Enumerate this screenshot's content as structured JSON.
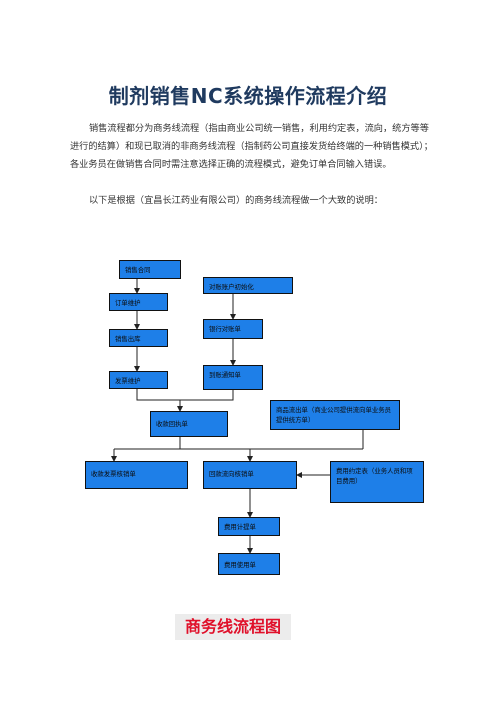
{
  "title": "制剂销售NC系统操作流程介绍",
  "paragraphs": [
    "销售流程都分为商务线流程（指由商业公司统一销售，利用约定表，流向，统方等等进行的结算）和现已取消的非商务线流程（指制药公司直接发货给终端的一种销售模式）；各业务员在做销售合同时需注意选择正确的流程模式，避免订单合同输入错误。",
    "以下是根据（宜昌长江药业有限公司）的商务线流程做一个大致的说明："
  ],
  "flowchart": {
    "nodes": {
      "sales_contract": "销售合同",
      "order_maintain": "订单维护",
      "sales_out": "销售出库",
      "invoice_maintain": "发票维护",
      "acct_init": "对账账户初始化",
      "bank_recon": "银行对账单",
      "arrival_notice": "到账通知单",
      "collect_return": "收款回执单",
      "adjust_order": "商品流出单（商业公司提供流向单业务员提供统方单）",
      "invoice_writeoff": "收款发票核销单",
      "flow_writeoff": "回款流向核销单",
      "fee_agreement": "费用约定表（业务人员和项目费用）",
      "fee_withdraw": "费用计提单",
      "fee_usage": "费用使用单"
    },
    "caption": "商务线流程图",
    "box_color": "#1e7fe8",
    "caption_color": "#e0102a"
  }
}
